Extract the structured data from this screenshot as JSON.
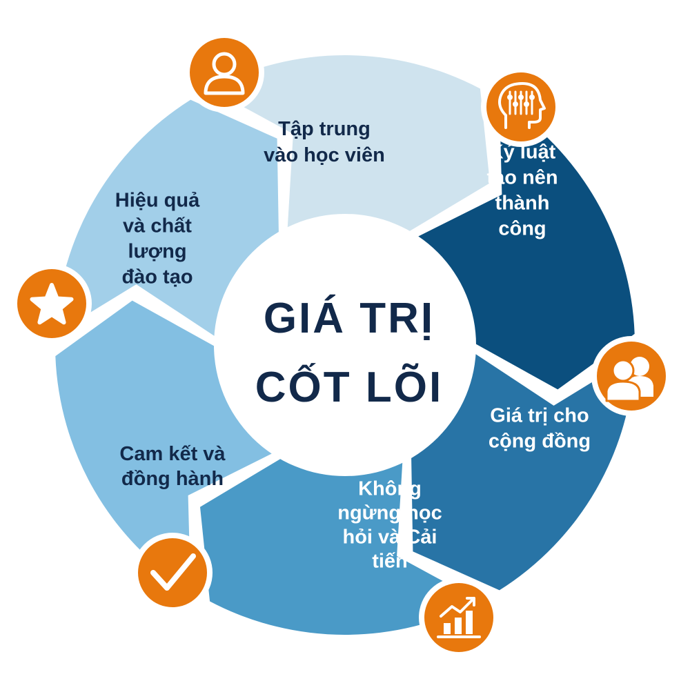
{
  "center": {
    "line1": "GIÁ TRỊ",
    "line2": "CỐT LÕI",
    "color": "#12294a"
  },
  "colors": {
    "accent": "#e8780d",
    "center_fill": "#ffffff"
  },
  "segments": [
    {
      "id": "hoc-vien",
      "lines": [
        "Tập trung",
        "vào học viên"
      ],
      "fill": "#cfe3ee",
      "text_color": "#12294a",
      "icon": "user-icon"
    },
    {
      "id": "ky-luat",
      "lines": [
        "Kỷ luật",
        "tạo nên",
        "thành",
        "công"
      ],
      "fill": "#0b4f7e",
      "text_color": "#ffffff",
      "icon": "brain-icon"
    },
    {
      "id": "cong-dong",
      "lines": [
        "Giá trị cho",
        "cộng đồng"
      ],
      "fill": "#2874a6",
      "text_color": "#ffffff",
      "icon": "group-icon"
    },
    {
      "id": "cai-tien",
      "lines": [
        "Không",
        "ngừng học",
        "hỏi và Cải",
        "tiến"
      ],
      "fill": "#4a9ac7",
      "text_color": "#ffffff",
      "icon": "growth-chart-icon"
    },
    {
      "id": "cam-ket",
      "lines": [
        "Cam kết và",
        "đồng hành"
      ],
      "fill": "#83bfe2",
      "text_color": "#12294a",
      "icon": "checkmark-icon"
    },
    {
      "id": "hieu-qua",
      "lines": [
        "Hiệu quả",
        "và chất",
        "lượng",
        "đào tạo"
      ],
      "fill": "#a2cfe9",
      "text_color": "#12294a",
      "icon": "star-icon"
    }
  ]
}
